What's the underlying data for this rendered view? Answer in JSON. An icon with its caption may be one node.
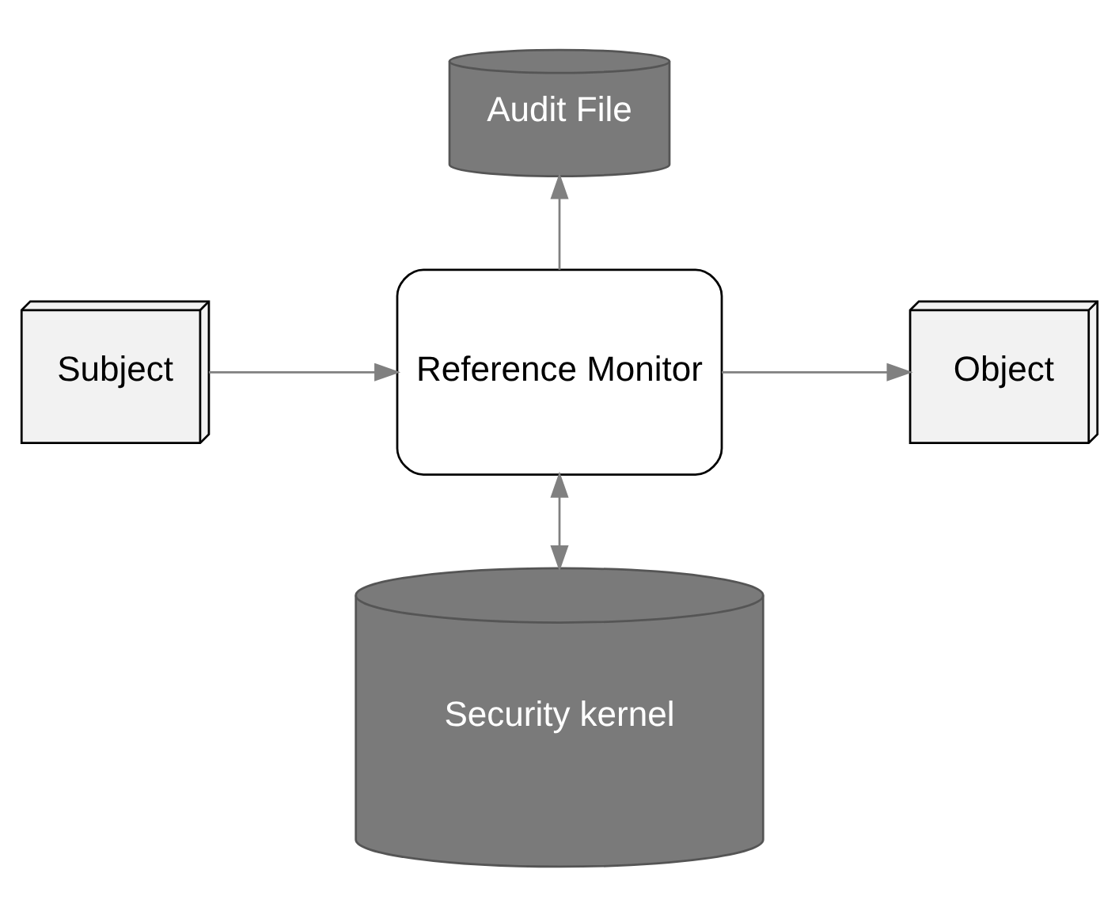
{
  "diagram": {
    "nodes": [
      {
        "text": [
          "Audit File"
        ]
      },
      {
        "text": [
          "Subject"
        ]
      },
      {
        "text": [
          "Reference Monitor"
        ]
      },
      {
        "text": [
          "Object"
        ]
      },
      {
        "text": [
          "Security kernel"
        ]
      }
    ],
    "edges": [
      {
        "from": 1,
        "to": 2,
        "arrow": "to"
      },
      {
        "from": 2,
        "to": 3,
        "arrow": "to"
      },
      {
        "from": 2,
        "to": 0,
        "arrow": "to"
      },
      {
        "from": 2,
        "to": 4,
        "arrow": "both"
      }
    ]
  }
}
